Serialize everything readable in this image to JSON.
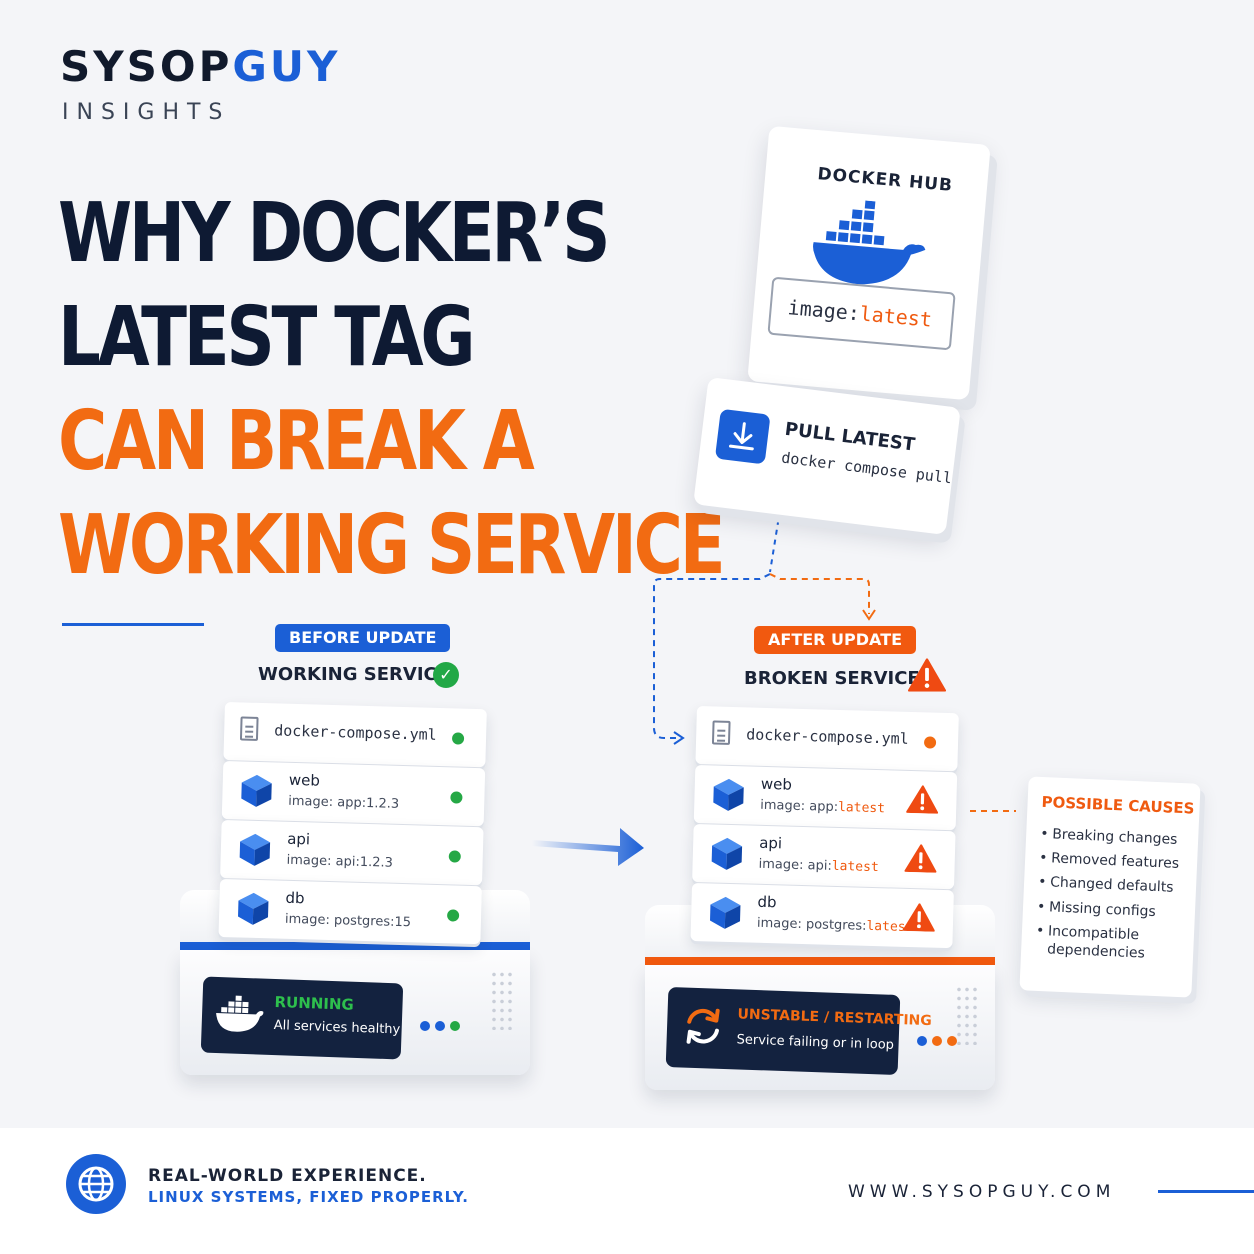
{
  "brand": {
    "name_part1": "SYSOP",
    "name_part2": "GUY",
    "subtitle": "INSIGHTS"
  },
  "headline": {
    "line1": "WHY DOCKER’S",
    "line2": "LATEST TAG",
    "line3": "CAN BREAK A",
    "line4": "WORKING SERVICE"
  },
  "colors": {
    "navy": "#0e1a33",
    "orange": "#f26b12",
    "blue": "#1b5fd6",
    "green": "#25a845"
  },
  "docker_hub": {
    "title": "DOCKER HUB",
    "image_prefix": "image:",
    "image_tag": "latest",
    "icon": "docker-whale-icon"
  },
  "pull": {
    "title": "PULL LATEST",
    "command": "docker compose pull",
    "icon": "download-icon"
  },
  "before": {
    "badge": "BEFORE UPDATE",
    "title": "WORKING SERVICE",
    "status_icon": "check-circle-icon",
    "file": "docker-compose.yml",
    "services": [
      {
        "name": "web",
        "image_prefix": "image: app:1.2.3",
        "image_tag": ""
      },
      {
        "name": "api",
        "image_prefix": "image: api:1.2.3",
        "image_tag": ""
      },
      {
        "name": "db",
        "image_prefix": "image: postgres:15",
        "image_tag": ""
      }
    ],
    "status_main": "RUNNING",
    "status_sub": "All services healthy"
  },
  "after": {
    "badge": "AFTER UPDATE",
    "title": "BROKEN SERVICE",
    "status_icon": "warning-icon",
    "file": "docker-compose.yml",
    "services": [
      {
        "name": "web",
        "image_prefix": "image: app:",
        "image_tag": "latest"
      },
      {
        "name": "api",
        "image_prefix": "image: api:",
        "image_tag": "latest"
      },
      {
        "name": "db",
        "image_prefix": "image: postgres:",
        "image_tag": "latest"
      }
    ],
    "status_main": "UNSTABLE / RESTARTING",
    "status_sub": "Service failing or in loop"
  },
  "causes": {
    "title": "POSSIBLE CAUSES",
    "items": [
      "Breaking changes",
      "Removed features",
      "Changed defaults",
      "Missing configs",
      "Incompatible dependencies"
    ]
  },
  "footer": {
    "line1": "REAL-WORLD EXPERIENCE.",
    "line2": "LINUX SYSTEMS, FIXED PROPERLY.",
    "url": "WWW.SYSOPGUY.COM"
  }
}
